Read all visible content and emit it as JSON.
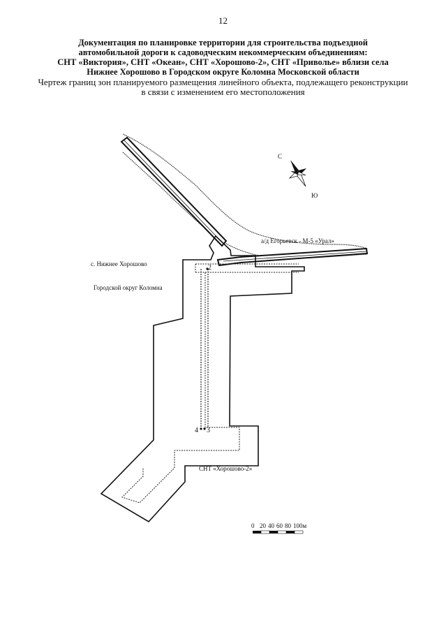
{
  "page_number": "12",
  "title": {
    "line1": "Документация по планировке территории для строительства подъездной",
    "line2": "автомобильной дороги к садоводческим некоммерческим объединениям:",
    "line3": "СНТ «Виктория», СНТ «Океан», СНТ «Хорошово-2», СНТ «Приволье» вблизи села",
    "line4": "Нижнее Хорошово в Городском округе Коломна Московской области"
  },
  "subtitle": {
    "line1": "Чертеж границ зон планируемого размещения линейного объекта, подлежащего реконструкции",
    "line2": "в связи с изменением его местоположения"
  },
  "map": {
    "labels": {
      "road": "а/д Егорьевск - М-5 «Урал»",
      "village": "с. Нижнее Хорошово",
      "district": "Городской округ Коломна",
      "snt": "СНТ «Хорошово-2»"
    },
    "compass": {
      "north": "С",
      "south": "Ю"
    },
    "points": [
      "2",
      "3",
      "4"
    ],
    "scale_bar": {
      "ticks": [
        "0",
        "20",
        "40",
        "60",
        "80",
        "100м"
      ]
    }
  }
}
